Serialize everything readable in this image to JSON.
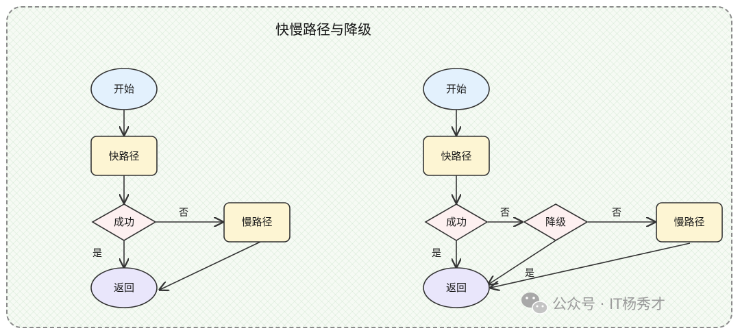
{
  "title": "快慢路径与降级",
  "colors": {
    "terminal_start": "#e3f1fd",
    "terminal_end": "#e9e6fb",
    "process": "#fdf5d3",
    "decision": "#fdf0f0",
    "stroke": "#333333"
  },
  "left_flow": {
    "start": "开始",
    "fast_path": "快路径",
    "success": "成功",
    "slow_path": "慢路径",
    "return": "返回",
    "edge_no": "否",
    "edge_yes": "是"
  },
  "right_flow": {
    "start": "开始",
    "fast_path": "快路径",
    "success": "成功",
    "degrade": "降级",
    "slow_path": "慢路径",
    "return": "返回",
    "edge_no_1": "否",
    "edge_no_2": "否",
    "edge_yes_1": "是",
    "edge_yes_2": "是"
  },
  "watermark": {
    "icon": "wechat-icon",
    "text": "公众号 · IT杨秀才"
  }
}
